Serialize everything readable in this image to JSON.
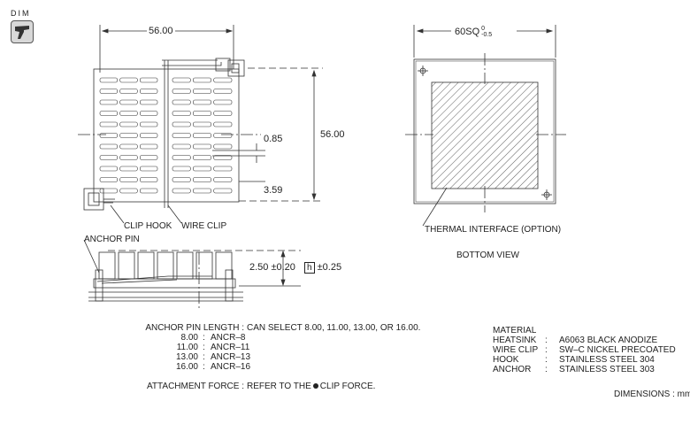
{
  "logo": {
    "text": "DIM",
    "icon": "dimension-tool-icon"
  },
  "front_view": {
    "dim_width": "56.00",
    "dim_height": "56.00",
    "dim_offset_a": "0.85",
    "dim_offset_b": "3.59",
    "label_clip_hook": "CLIP HOOK",
    "label_wire_clip": "WIRE CLIP"
  },
  "bottom_view": {
    "dim_square": "60SQ",
    "tol_upper": "0",
    "tol_lower": "-0.5",
    "label_thermal": "THERMAL INTERFACE (OPTION)",
    "title": "BOTTOM VIEW"
  },
  "side_view": {
    "label_anchor_pin": "ANCHOR PIN",
    "dim_height": "2.50 ±0.20",
    "tol_symbol": "h",
    "tol_value": "±0.25"
  },
  "anchor_table": {
    "header_label": "ANCHOR PIN LENGTH :",
    "header_value": "CAN SELECT 8.00, 11.00, 13.00, OR 16.00.",
    "rows": [
      {
        "length": "8.00",
        "sep": ":",
        "part": "ANCR–8"
      },
      {
        "length": "11.00",
        "sep": ":",
        "part": "ANCR–11"
      },
      {
        "length": "13.00",
        "sep": ":",
        "part": "ANCR–13"
      },
      {
        "length": "16.00",
        "sep": ":",
        "part": "ANCR–16"
      }
    ],
    "force_label": "ATTACHMENT FORCE :",
    "force_pre": "REFER TO THE",
    "force_post": "CLIP FORCE."
  },
  "material": {
    "title": "MATERIAL",
    "rows": [
      {
        "part": "HEATSINK",
        "sep": ":",
        "value": "A6063  BLACK ANODIZE"
      },
      {
        "part": "WIRE CLIP",
        "sep": ":",
        "value": "SW–C NICKEL PRECOATED"
      },
      {
        "part": "HOOK",
        "sep": ":",
        "value": "STAINLESS STEEL 304"
      },
      {
        "part": "ANCHOR",
        "sep": ":",
        "value": "STAINLESS STEEL 303"
      }
    ],
    "units": "DIMENSIONS :  mm"
  }
}
